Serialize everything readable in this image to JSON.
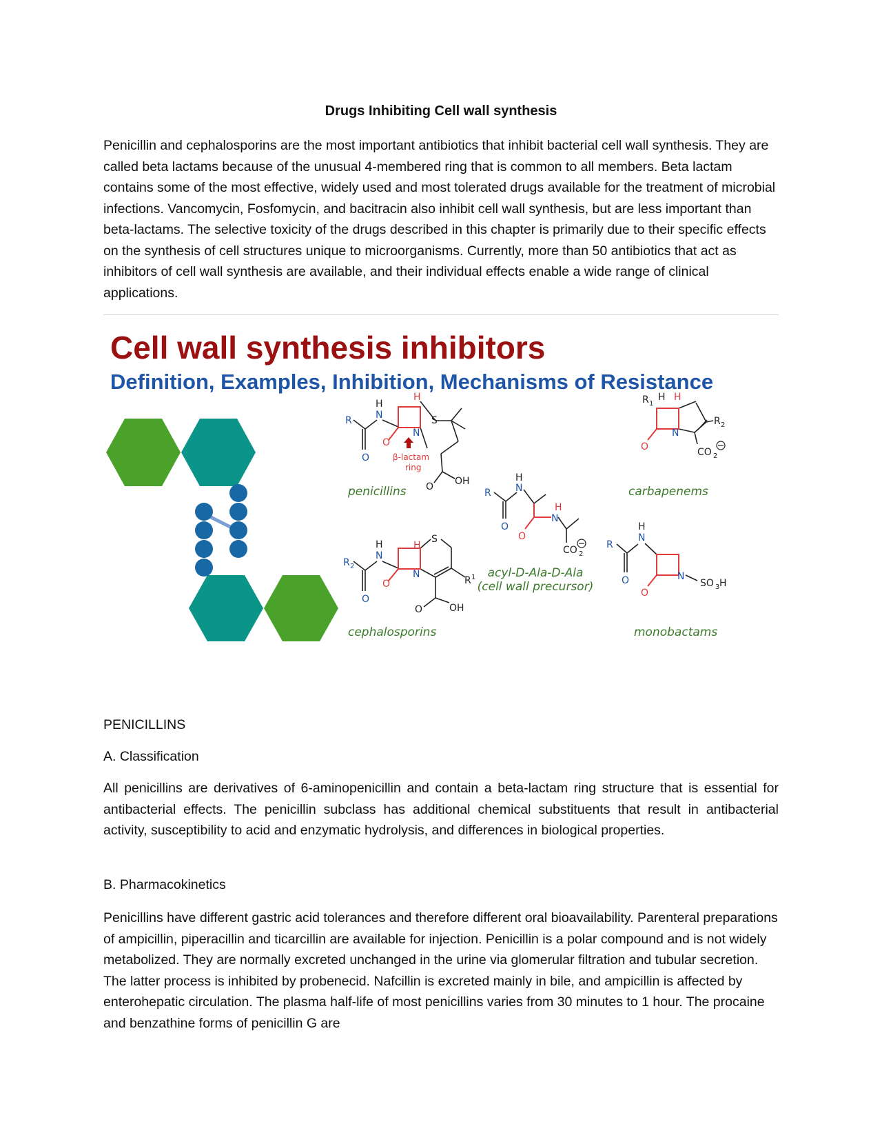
{
  "doc": {
    "title": "Drugs Inhibiting Cell wall synthesis",
    "intro": "Penicillin and cephalosporins are the most important antibiotics that inhibit bacterial cell wall synthesis. They are called beta lactams because of the unusual 4-membered ring that is common to all members. Beta lactam contains some of the most effective, widely used and most tolerated drugs available for the treatment of microbial infections. Vancomycin, Fosfomycin, and bacitracin also inhibit cell wall synthesis, but are less important than beta-lactams. The selective toxicity of the drugs described in this chapter is primarily due to their specific effects on the synthesis of cell structures unique to microorganisms. Currently, more than 50 antibiotics that act as inhibitors of cell wall synthesis are available, and their individual effects enable a wide range of clinical applications.",
    "section_heading": "PENICILLINS",
    "sub_a": "A. Classification",
    "para_a": "All penicillins are derivatives of 6-aminopenicillin and contain a beta-lactam ring structure that is essential for antibacterial effects. The penicillin subclass has additional chemical substituents that result in antibacterial activity, susceptibility to acid and enzymatic hydrolysis, and differences in biological properties.",
    "sub_b": "B. Pharmacokinetics",
    "para_b": "Penicillins have different gastric acid tolerances and therefore different oral bioavailability. Parenteral preparations of ampicillin, piperacillin and ticarcillin are available for injection. Penicillin is a polar compound and is not widely metabolized. They are normally excreted unchanged in the urine via glomerular filtration and tubular secretion. The latter process is inhibited by probenecid. Nafcillin is excreted mainly in bile, and ampicillin is affected by enterohepatic circulation. The plasma half-life of most penicillins varies from 30 minutes to 1 hour. The procaine and benzathine forms of penicillin G are"
  },
  "figure": {
    "title": "Cell wall synthesis inhibitors",
    "subtitle": "Definition, Examples, Inhibition, Mechanisms of Resistance",
    "labels": {
      "penicillins": "penicillins",
      "cephalosporins": "cephalosporins",
      "carbapenems": "carbapenems",
      "monobactams": "monobactams",
      "precursor_line1": "acyl-D-Ala-D-Ala",
      "precursor_line2": "(cell wall precursor)",
      "beta_lactam_1": "β-lactam",
      "beta_lactam_2": "ring"
    },
    "atoms": {
      "R": "R",
      "R1": "R",
      "R2": "R",
      "H": "H",
      "N": "N",
      "S": "S",
      "O": "O",
      "OH": "OH",
      "CO2": "CO",
      "SO3H": "SO",
      "sub1": "1",
      "sub2": "2",
      "sub3": "3"
    },
    "colors": {
      "title": "#9b1111",
      "subtitle": "#1f55a6",
      "green": "#4ba22a",
      "teal": "#0b9488",
      "bead": "#1968a6",
      "ring": "#e23a3a",
      "label": "#3a7a2a"
    }
  }
}
